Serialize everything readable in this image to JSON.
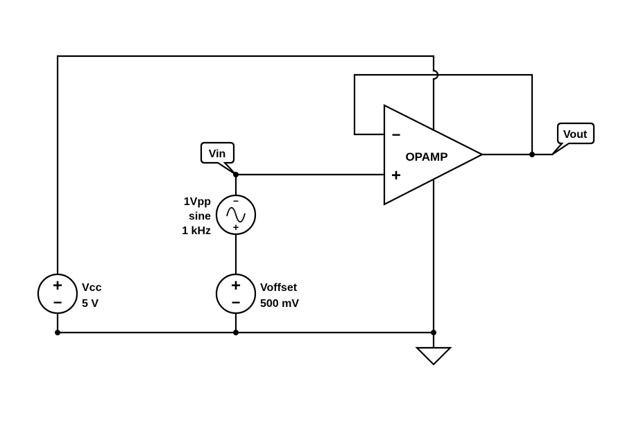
{
  "labels": {
    "vin_tag": "Vin",
    "vout_tag": "Vout",
    "opamp": "OPAMP",
    "sine_line1": "1Vpp",
    "sine_line2": "sine",
    "sine_line3": "1 kHz",
    "vcc_name": "Vcc",
    "vcc_value": "5 V",
    "voffset_name": "Voffset",
    "voffset_value": "500 mV"
  },
  "symbols": {
    "plus": "+",
    "minus": "−"
  }
}
